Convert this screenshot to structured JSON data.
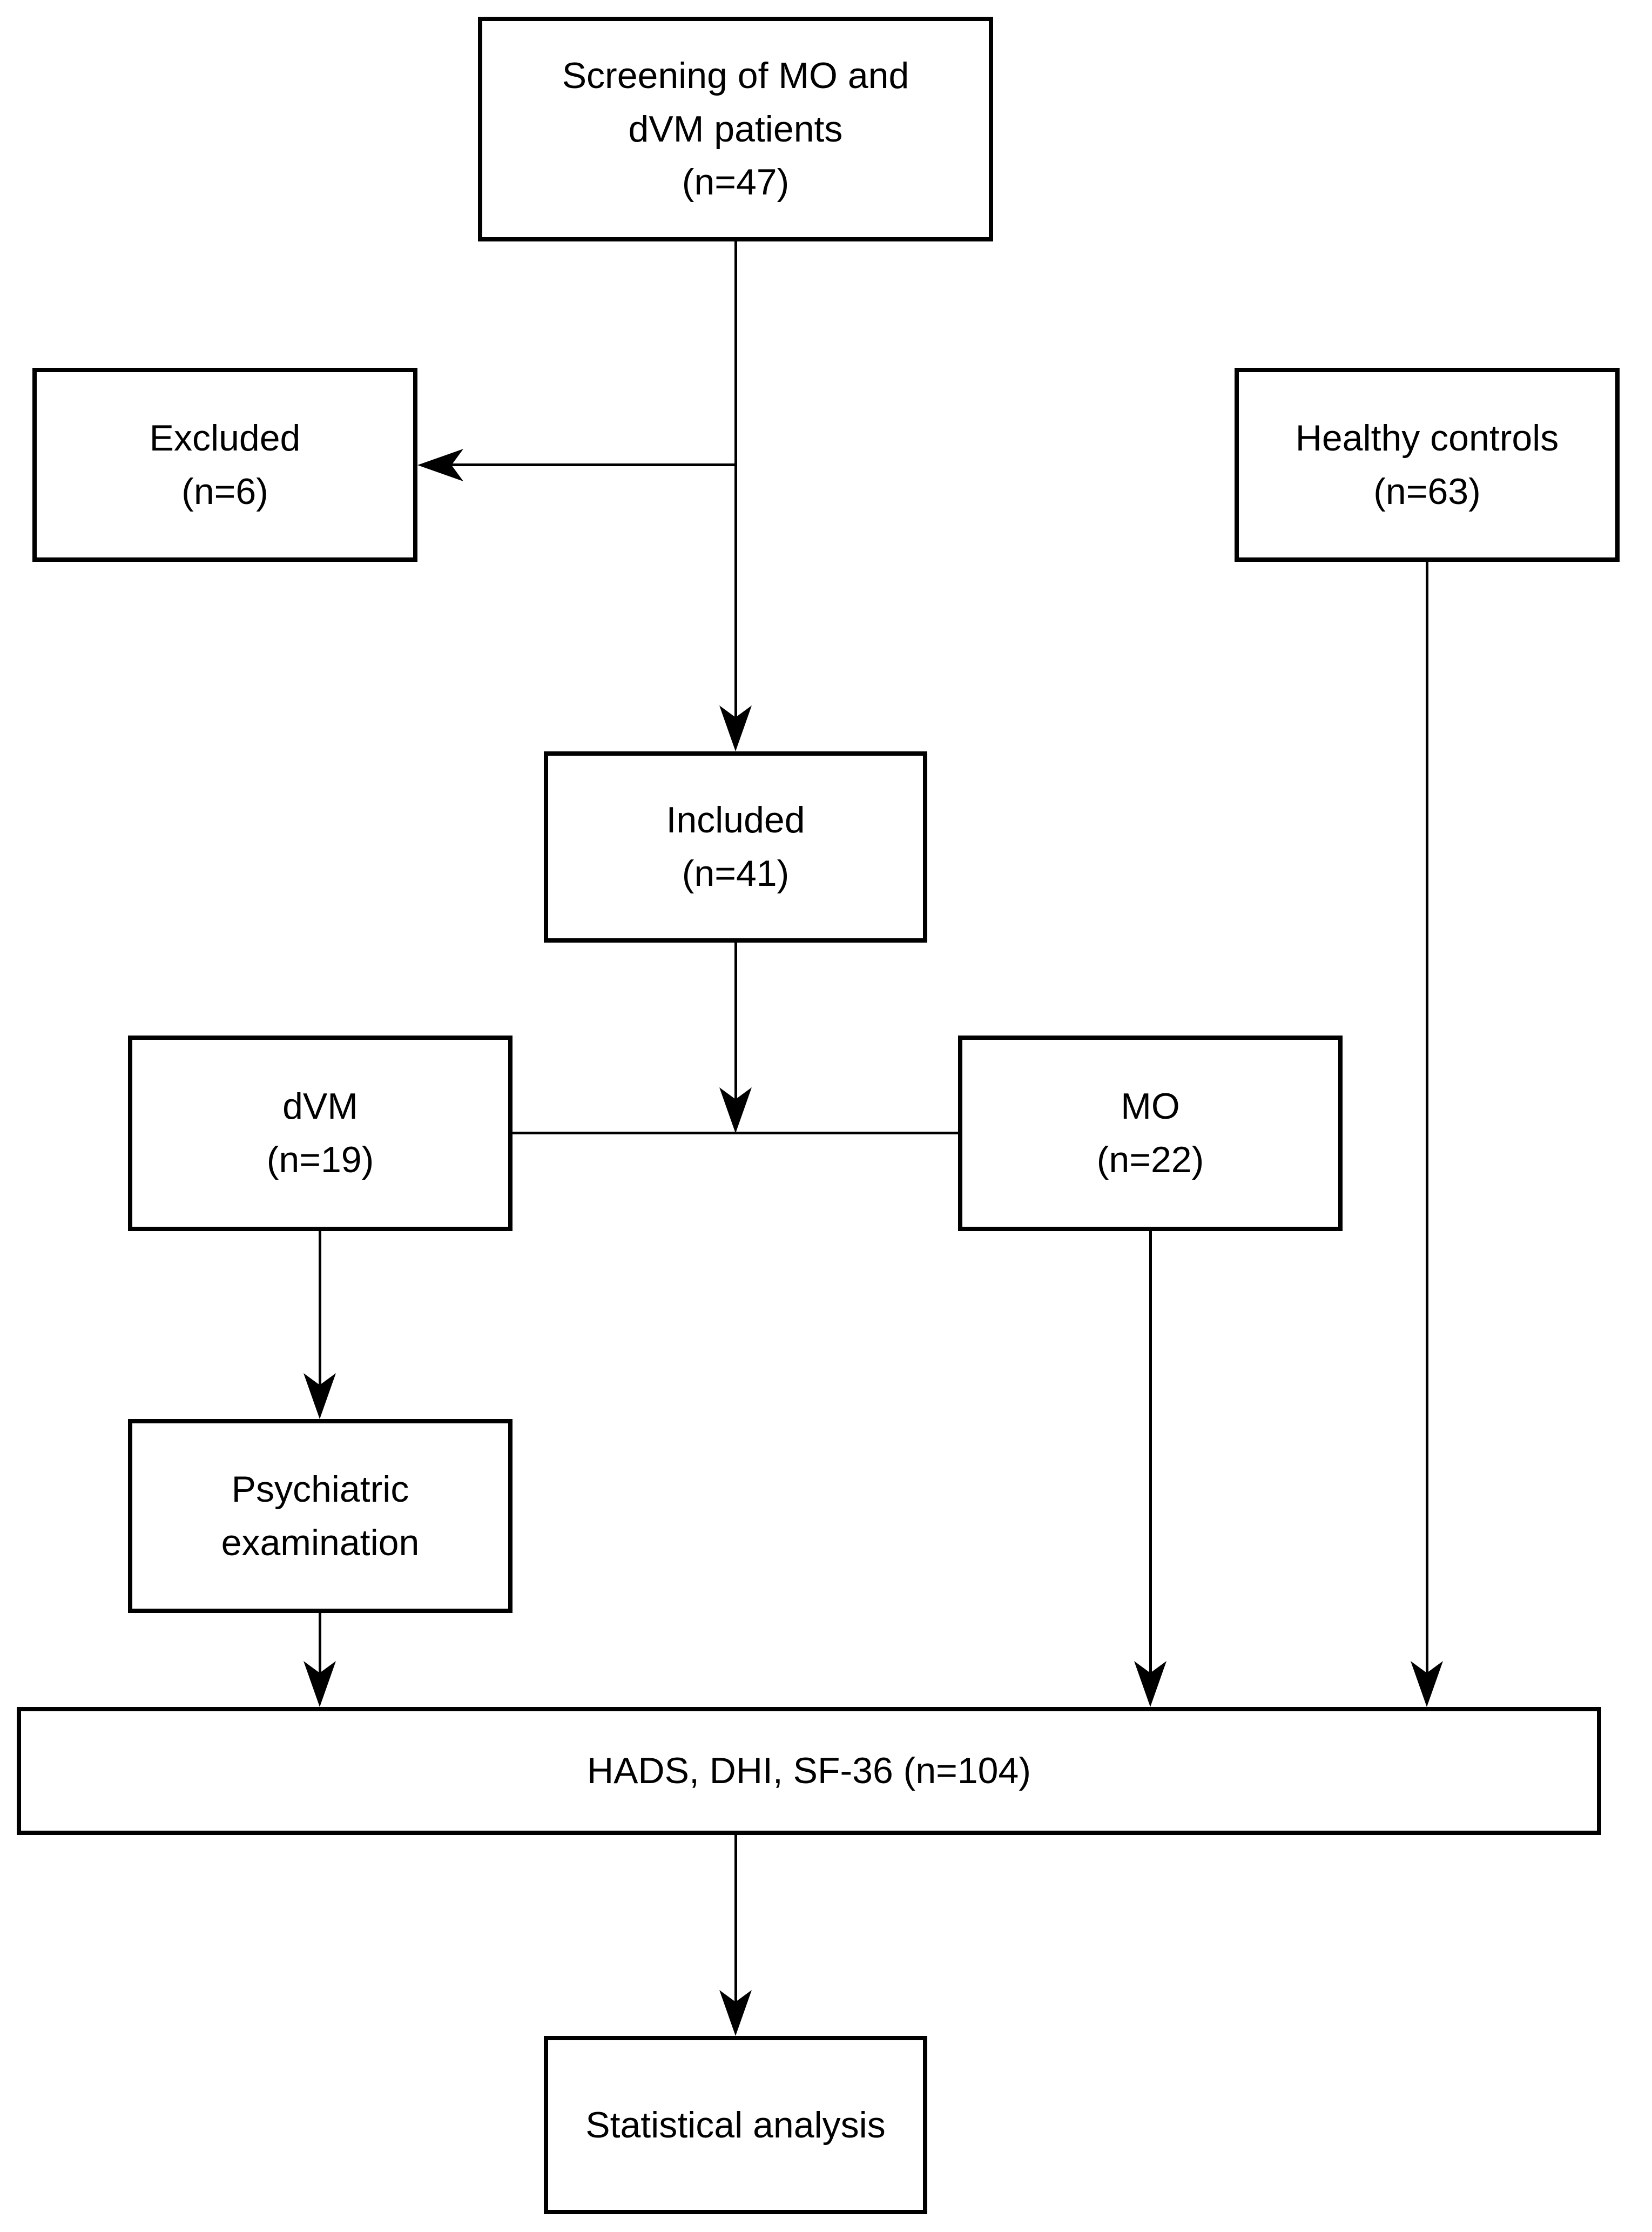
{
  "diagram": {
    "background_color": "#ffffff",
    "line_color": "#000000",
    "text_color": "#000000",
    "nodes": {
      "screening": {
        "lines": [
          "Screening of MO and",
          "dVM patients",
          "(n=47)"
        ]
      },
      "excluded": {
        "lines": [
          "Excluded",
          "(n=6)"
        ]
      },
      "healthy_controls": {
        "lines": [
          "Healthy controls",
          "(n=63)"
        ]
      },
      "included": {
        "lines": [
          "Included",
          "(n=41)"
        ]
      },
      "dvm": {
        "lines": [
          "dVM",
          "(n=19)"
        ]
      },
      "mo": {
        "lines": [
          "MO",
          "(n=22)"
        ]
      },
      "psychiatric_examination": {
        "lines": [
          "Psychiatric",
          "examination"
        ]
      },
      "assessment": {
        "lines": [
          "HADS, DHI, SF-36 (n=104)"
        ]
      },
      "statistical_analysis": {
        "lines": [
          "Statistical analysis"
        ]
      }
    },
    "edges": [
      {
        "from": "screening",
        "to": "included"
      },
      {
        "from": "screening",
        "to": "excluded"
      },
      {
        "from": "included",
        "to": "dvm_mo_connector"
      },
      {
        "from": "dvm",
        "to": "mo",
        "style": "plain-line"
      },
      {
        "from": "dvm",
        "to": "psychiatric_examination"
      },
      {
        "from": "psychiatric_examination",
        "to": "assessment"
      },
      {
        "from": "mo",
        "to": "assessment"
      },
      {
        "from": "healthy_controls",
        "to": "assessment"
      },
      {
        "from": "assessment",
        "to": "statistical_analysis"
      }
    ]
  }
}
